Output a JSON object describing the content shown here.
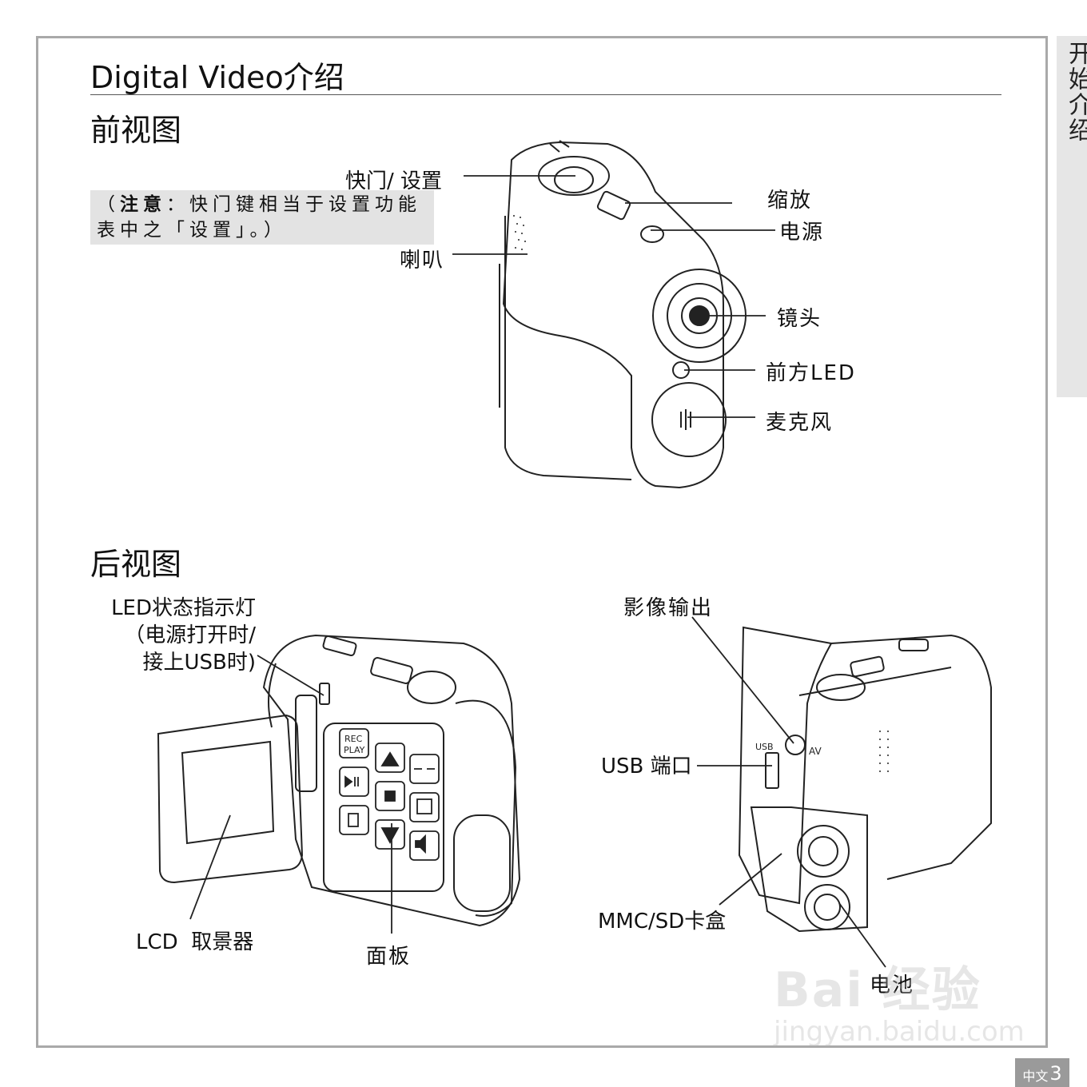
{
  "side_tab": "开始介绍",
  "page_label": "中文",
  "page_number": "3",
  "title": "Digital Video介绍",
  "front": {
    "heading": "前视图",
    "note_prefix": "（",
    "note_bold": "注意",
    "note_text": "：快门键相当于设置功能表中之「设置」。）",
    "labels": {
      "shutter": "快门/ 设置",
      "zoom": "缩放",
      "power": "电源",
      "speaker": "喇叭",
      "lens": "镜头",
      "front_led": "前方LED",
      "microphone": "麦克风"
    }
  },
  "rear": {
    "heading": "后视图",
    "led_lines": [
      "LED状态指示灯",
      "（电源打开时/",
      "接上USB时)"
    ],
    "lcd": "LCD  取景器",
    "panel": "面板",
    "av_out": "影像输出",
    "usb": "USB 端口",
    "card": "MMC/SD卡盒",
    "battery": "电池",
    "camera_text": {
      "rec": "REC",
      "play": "PLAY",
      "usb": "USB",
      "av": "AV"
    }
  },
  "watermark": {
    "main": "Bai 经验",
    "url": "jingyan.baidu.com"
  }
}
